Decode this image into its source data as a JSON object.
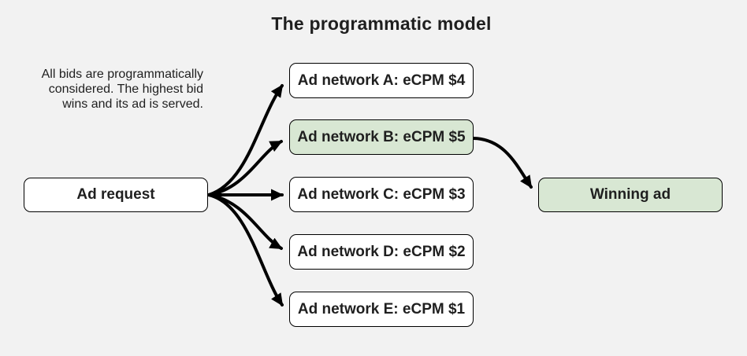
{
  "title": "The programmatic model",
  "description": {
    "line1": "All bids are programmatically",
    "line2": "considered. The highest bid",
    "line3": "wins and its ad is served."
  },
  "nodes": {
    "request": {
      "label": "Ad request"
    },
    "networks": [
      {
        "label": "Ad network A: eCPM $4",
        "ecpm": 4,
        "highlighted": false
      },
      {
        "label": "Ad network B: eCPM $5",
        "ecpm": 5,
        "highlighted": true
      },
      {
        "label": "Ad network C: eCPM $3",
        "ecpm": 3,
        "highlighted": false
      },
      {
        "label": "Ad network D: eCPM $2",
        "ecpm": 2,
        "highlighted": false
      },
      {
        "label": "Ad network E: eCPM $1",
        "ecpm": 1,
        "highlighted": false
      }
    ],
    "winning": {
      "label": "Winning ad"
    }
  },
  "colors": {
    "background": "#f2f2f2",
    "box_fill": "#ffffff",
    "highlight_fill": "#d8e7d3",
    "border": "#000000",
    "text": "#1f1f1f",
    "arrow": "#000000"
  }
}
